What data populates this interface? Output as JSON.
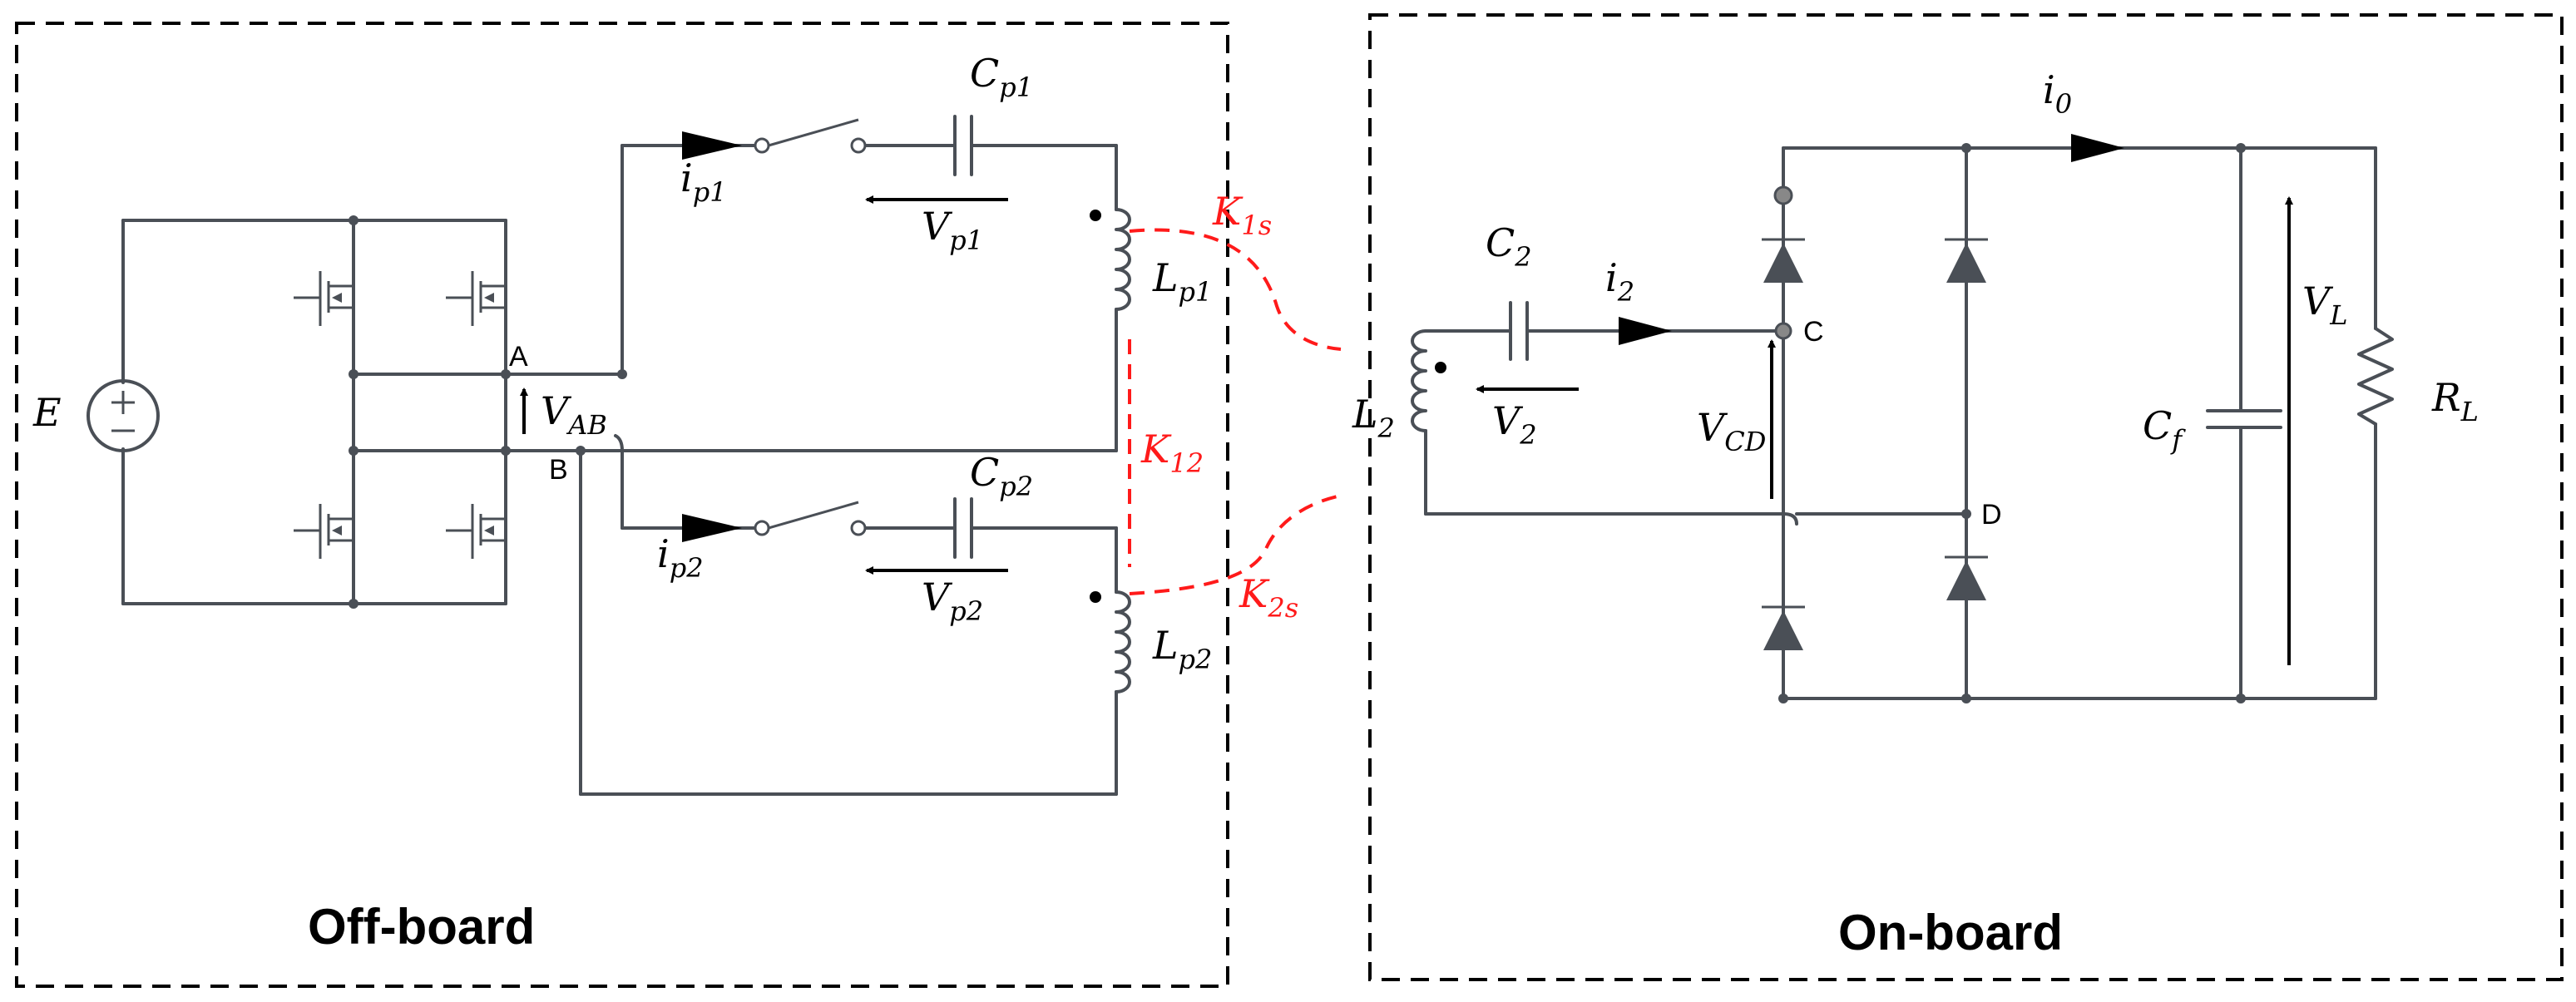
{
  "titles": {
    "offboard": "Off-board",
    "onboard": "On-board"
  },
  "labels": {
    "E": "E",
    "A": "A",
    "B": "B",
    "C": "C",
    "D": "D",
    "VAB": {
      "main": "V",
      "sub": "AB"
    },
    "Cp1": {
      "main": "C",
      "sub": "p1"
    },
    "Cp2": {
      "main": "C",
      "sub": "p2"
    },
    "Vp1": {
      "main": "V",
      "sub": "p1"
    },
    "Vp2": {
      "main": "V",
      "sub": "p2"
    },
    "ip1": {
      "main": "i",
      "sub": "p1"
    },
    "ip2": {
      "main": "i",
      "sub": "p2"
    },
    "Lp1": {
      "main": "L",
      "sub": "p1"
    },
    "Lp2": {
      "main": "L",
      "sub": "p2"
    },
    "K1s": {
      "main": "K",
      "sub": "1s"
    },
    "K12": {
      "main": "K",
      "sub": "12"
    },
    "K2s": {
      "main": "K",
      "sub": "2s"
    },
    "C2": {
      "main": "C",
      "sub": "2"
    },
    "i2": {
      "main": "i",
      "sub": "2"
    },
    "V2": {
      "main": "V",
      "sub": "2"
    },
    "L2": {
      "main": "L",
      "sub": "2"
    },
    "VCD": {
      "main": "V",
      "sub": "CD"
    },
    "i0": {
      "main": "i",
      "sub": "0"
    },
    "Cf": {
      "main": "C",
      "sub": "f"
    },
    "VL": {
      "main": "V",
      "sub": "L"
    },
    "RL": {
      "main": "R",
      "sub": "L"
    }
  },
  "colors": {
    "wire": "#4a4f56",
    "coupling": "#ff1a1a",
    "frame": "#000000"
  }
}
